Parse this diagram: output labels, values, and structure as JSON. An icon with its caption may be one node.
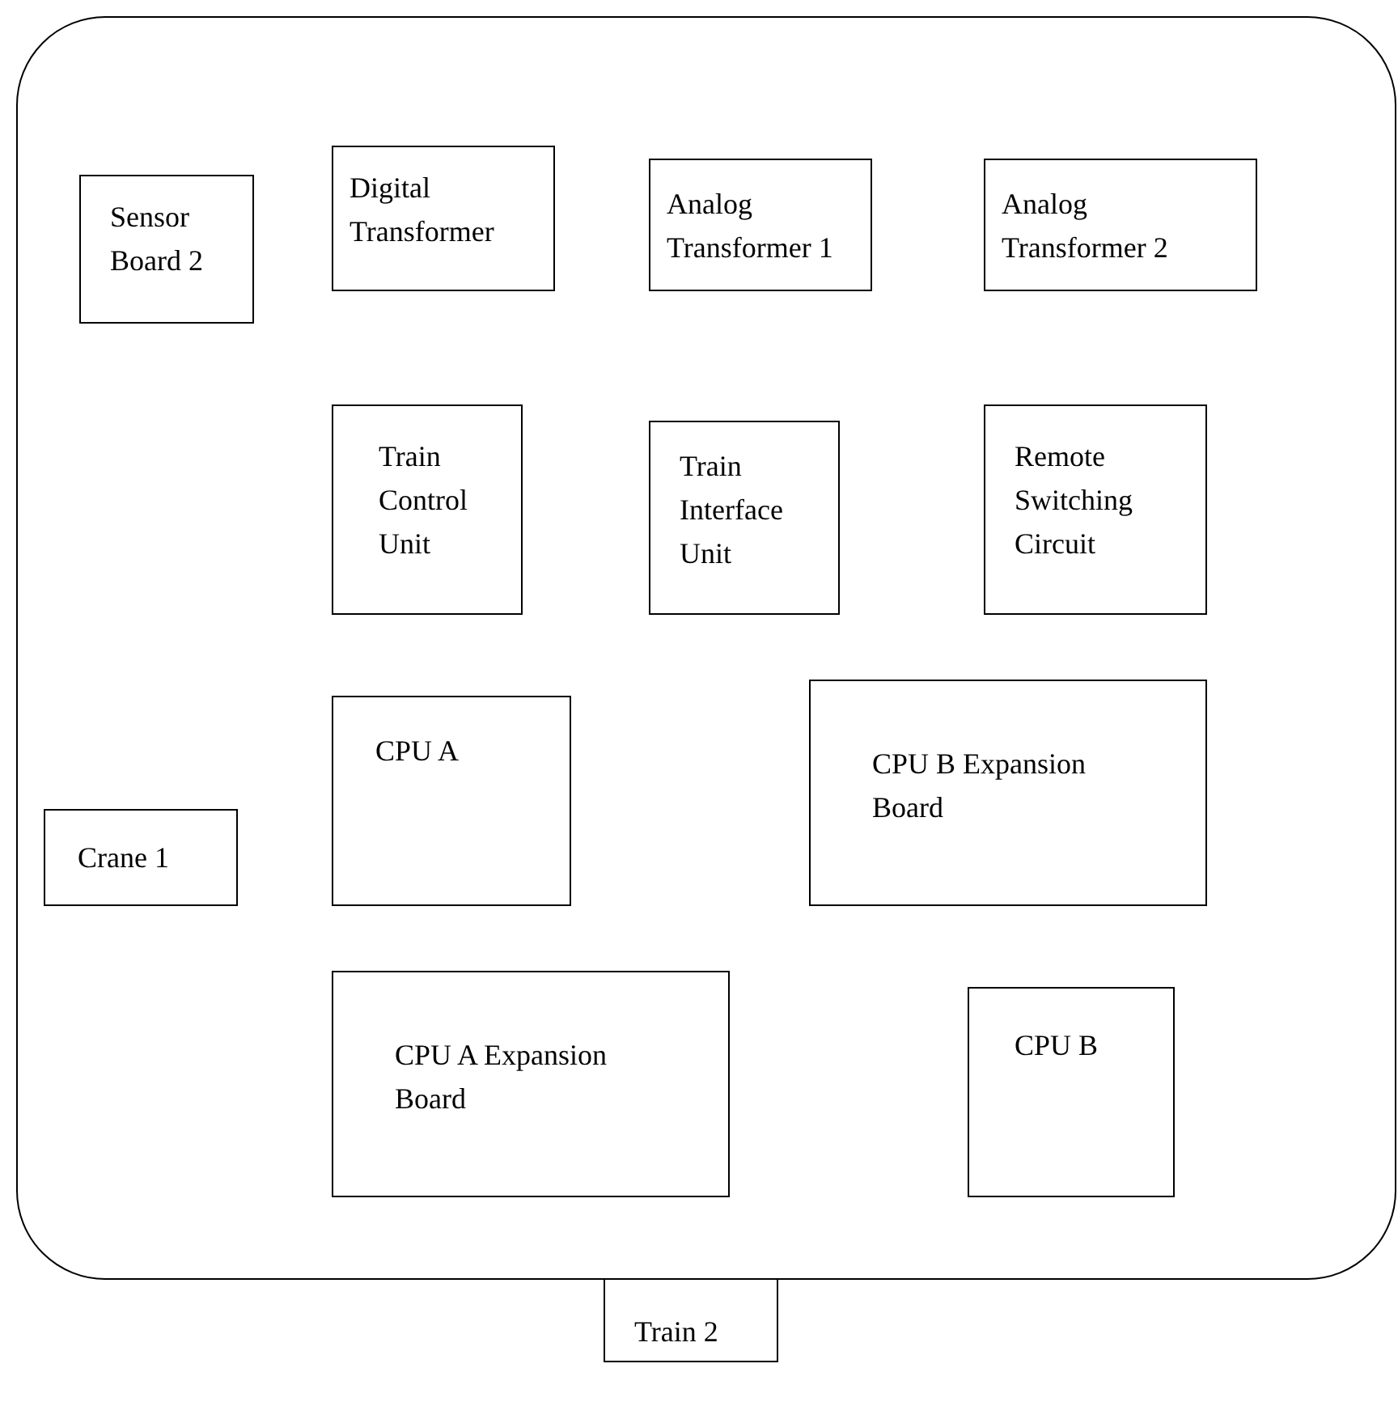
{
  "diagram": {
    "nodes": [
      {
        "text": [],
        "shape": "box"
      },
      {
        "text": [
          "Sensor Board 2"
        ],
        "in": 0
      },
      {
        "text": [
          "Digital Transformer"
        ],
        "in": 0
      },
      {
        "text": [
          "Analog Transformer 1"
        ],
        "in": 0
      },
      {
        "text": [
          "Analog Transformer 2"
        ],
        "in": 0
      },
      {
        "text": [
          "Train Control Unit"
        ],
        "in": 0
      },
      {
        "text": [
          "Train Interface Unit"
        ],
        "in": 0
      },
      {
        "text": [
          "Remote Switching Circuit"
        ],
        "in": 0
      },
      {
        "text": [
          "CPU A"
        ],
        "in": 0
      },
      {
        "text": [
          "CPU B Expansion Board"
        ],
        "in": 0
      },
      {
        "text": [
          "Crane 1"
        ],
        "in": 0
      },
      {
        "text": [
          "CPU A Expansion Board"
        ],
        "in": 0
      },
      {
        "text": [
          "CPU B"
        ],
        "in": 0
      },
      {
        "text": [
          "Train 2"
        ]
      }
    ]
  }
}
